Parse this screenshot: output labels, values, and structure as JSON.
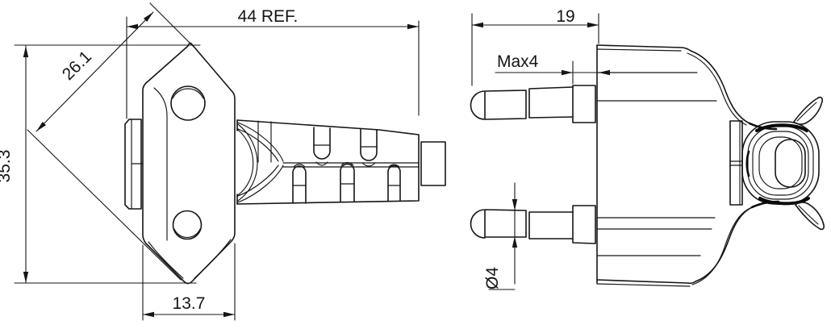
{
  "drawing": {
    "background": "#ffffff",
    "line_color": "#151515",
    "dimensions": {
      "overall_length": "44 REF.",
      "diagonal_width": "26.1",
      "overall_height": "35.3",
      "face_width": "13.7",
      "pin_length": "19",
      "sleeve_max": "Max4",
      "pin_diameter": "Ø4"
    }
  }
}
